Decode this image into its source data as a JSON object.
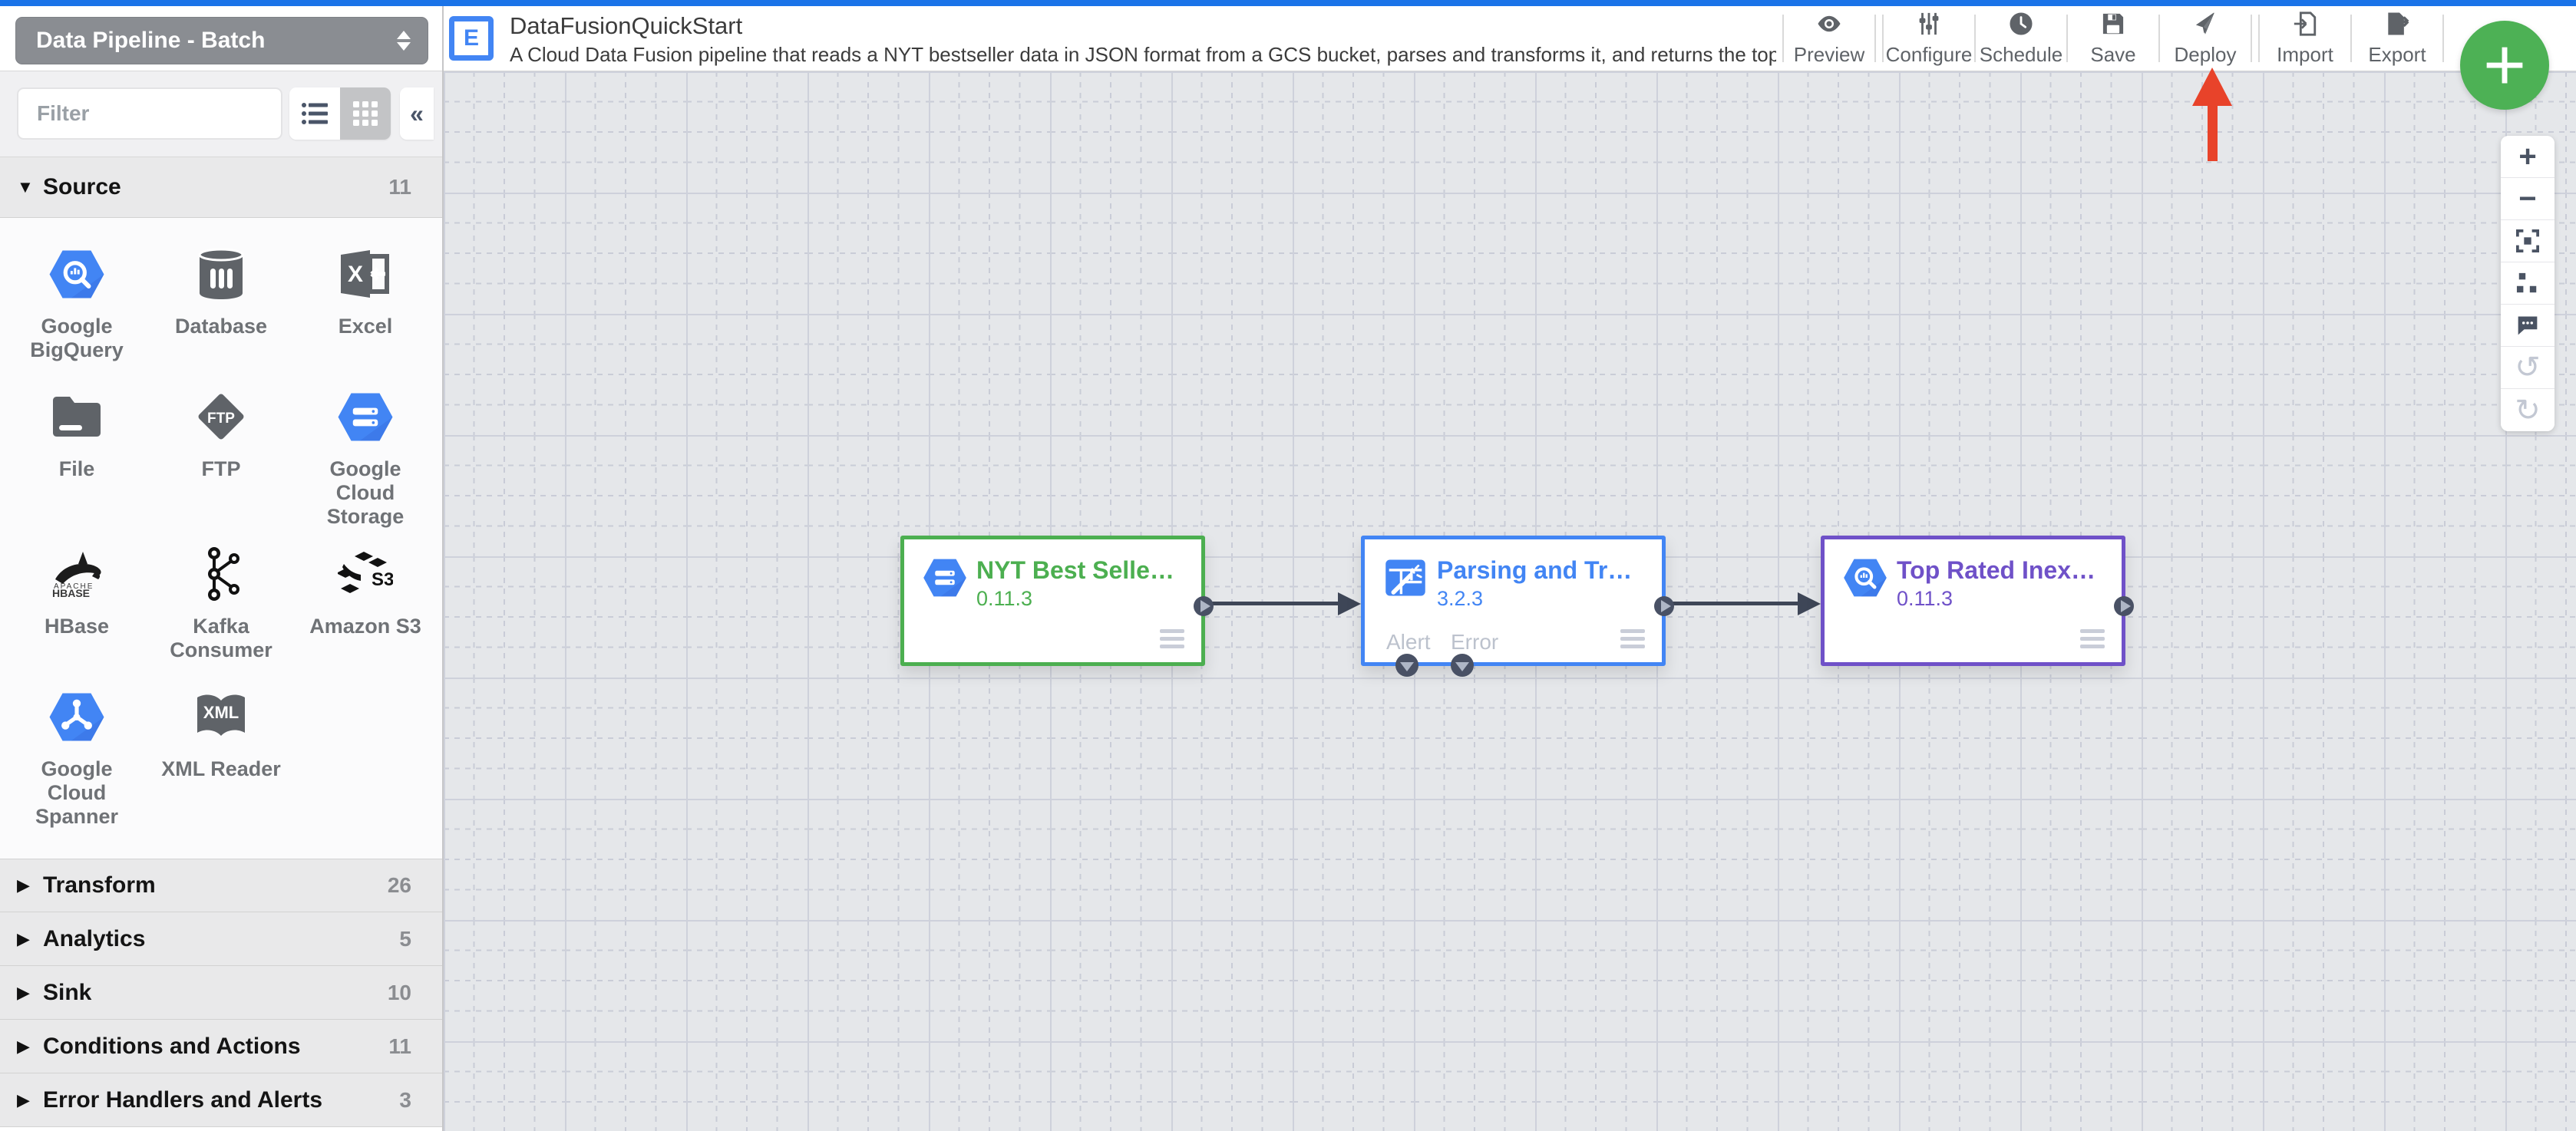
{
  "pipeline_type": {
    "value": "Data Pipeline - Batch"
  },
  "header": {
    "title": "DataFusionQuickStart",
    "description": "A Cloud Data Fusion pipeline that reads a NYT bestseller data in JSON format from a GCS bucket, parses and transforms it, and returns the top rated book...",
    "actions": [
      "Preview",
      "Configure",
      "Schedule",
      "Save",
      "Deploy",
      "Import",
      "Export"
    ]
  },
  "sidebar": {
    "filter_placeholder": "Filter",
    "collapse_glyph": "«",
    "sections": [
      {
        "label": "Source",
        "count": "11",
        "expanded": true,
        "items": [
          {
            "label": "Google BigQuery",
            "icon": "bigquery-icon"
          },
          {
            "label": "Database",
            "icon": "database-icon"
          },
          {
            "label": "Excel",
            "icon": "excel-icon"
          },
          {
            "label": "File",
            "icon": "file-icon"
          },
          {
            "label": "FTP",
            "icon": "ftp-icon"
          },
          {
            "label": "Google Cloud Storage",
            "icon": "gcs-icon"
          },
          {
            "label": "HBase",
            "icon": "hbase-icon"
          },
          {
            "label": "Kafka Consumer",
            "icon": "kafka-icon"
          },
          {
            "label": "Amazon S3",
            "icon": "s3-icon"
          },
          {
            "label": "Google Cloud Spanner",
            "icon": "spanner-icon"
          },
          {
            "label": "XML Reader",
            "icon": "xml-icon"
          }
        ]
      },
      {
        "label": "Transform",
        "count": "26",
        "expanded": false
      },
      {
        "label": "Analytics",
        "count": "5",
        "expanded": false
      },
      {
        "label": "Sink",
        "count": "10",
        "expanded": false
      },
      {
        "label": "Conditions and Actions",
        "count": "11",
        "expanded": false
      },
      {
        "label": "Error Handlers and Alerts",
        "count": "3",
        "expanded": false
      }
    ]
  },
  "canvas": {
    "nodes": [
      {
        "title": "NYT Best Selle…",
        "version": "0.11.3",
        "color": "#4CAF50",
        "icon": "gcs-icon"
      },
      {
        "title": "Parsing and Tr…",
        "version": "3.2.3",
        "color": "#4285F4",
        "icon": "wrangler-icon",
        "ports": [
          "Alert",
          "Error"
        ]
      },
      {
        "title": "Top Rated Inex…",
        "version": "0.11.3",
        "color": "#6F51C8",
        "icon": "bigquery-icon"
      }
    ],
    "connection_color": "#3e4657"
  },
  "zoom_toolbar": {
    "zoom_in_glyph": "+",
    "zoom_out_glyph": "−",
    "undo_glyph": "↺",
    "redo_glyph": "↻"
  },
  "fab": {
    "label": "+"
  },
  "annotation": {
    "arrow_color": "#e8432a",
    "points_at": "Deploy"
  }
}
